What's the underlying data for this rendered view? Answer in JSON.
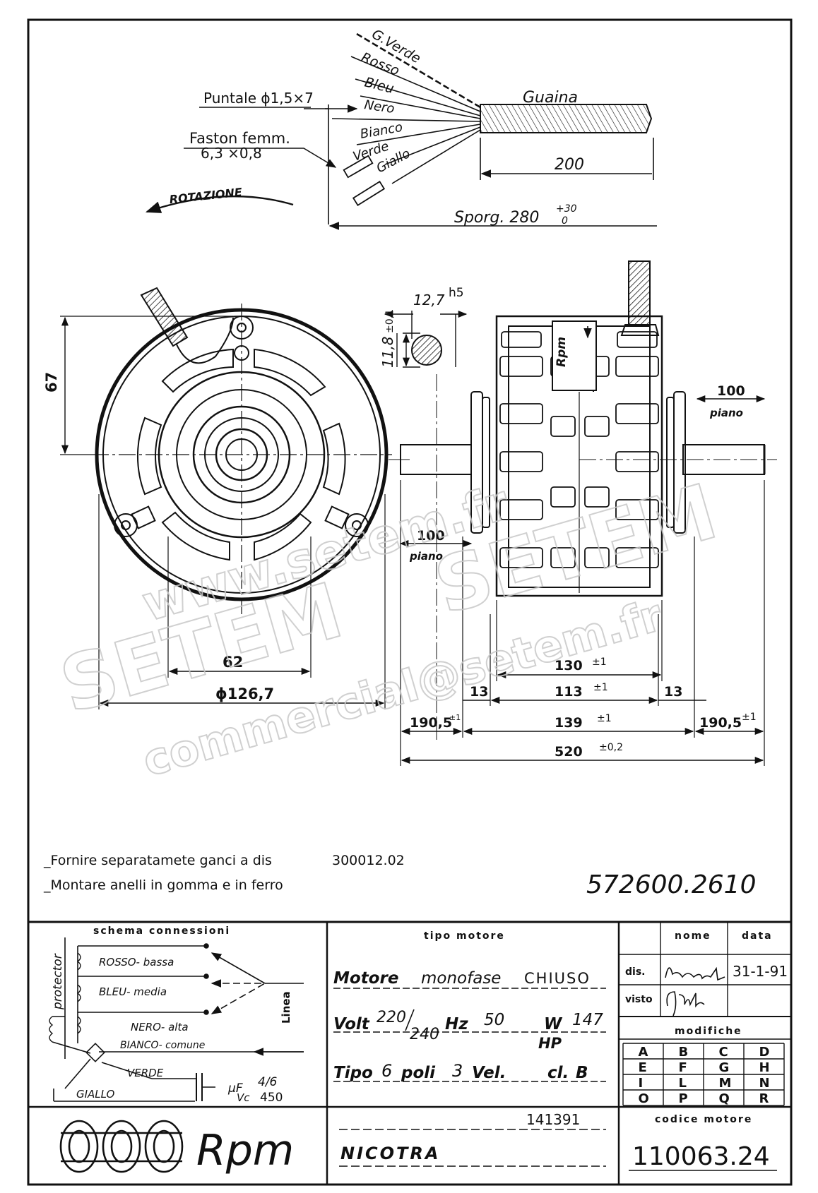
{
  "cable": {
    "wires": [
      "G.Verde",
      "Rosso",
      "Bleu",
      "Nero",
      "Bianco",
      "Verde",
      "Giallo"
    ],
    "sheath": "Guaina",
    "tip": "Puntale ϕ1,5×7",
    "faston_1": "Faston femm.",
    "faston_2": "6,3 ×0,8",
    "rotation": "ROTAZIONE",
    "sheath_len": "200",
    "overhang": "Sporg. 280",
    "overhang_tol_up": "+30",
    "overhang_tol_dn": "0"
  },
  "front_view": {
    "dim_67": "67",
    "dim_62": "62",
    "dim_diam": "ϕ126,7"
  },
  "shaft": {
    "dia": "12,7",
    "dia_tol": "h5",
    "flat": "11,8",
    "flat_tol": "±0,1"
  },
  "side_view": {
    "label": "Rpm",
    "piano_r_val": "100",
    "piano_r_txt": "piano",
    "piano_l_val": "100",
    "piano_l_txt": "piano",
    "d130": "130",
    "d130_tol": "±1",
    "d13a": "13",
    "d113": "113",
    "d113_tol": "±1",
    "d13b": "13",
    "d190a": "190,5",
    "d190a_tol": "±1",
    "d139": "139",
    "d139_tol": "±1",
    "d190b": "190,5",
    "d190b_tol": "±1",
    "d520": "520",
    "d520_tol": "±0,2"
  },
  "notes": {
    "line1": "_Fornire separatamete ganci a dis",
    "line1_ref": "300012.02",
    "line2": "_Montare anelli in gomma e in ferro"
  },
  "drawing_number": "572600.2610",
  "watermark": {
    "url": "www.setem.fr",
    "brand": "SETEM",
    "email": "commercial@setem.fr"
  },
  "schema": {
    "title": "schema connessioni",
    "protector": "protector",
    "rosso": "ROSSO- bassa",
    "bleu": "BLEU- media",
    "nero": "NERO- alta",
    "bianco": "BIANCO- comune",
    "linea": "Linea",
    "verde": "VERDE",
    "giallo": "GIALLO",
    "uf_unit": "μF",
    "uf_val": "4/6",
    "vc_unit": "Vc",
    "vc_val": "450"
  },
  "motor": {
    "header": "tipo motore",
    "l1_b": "Motore",
    "l1_h": "monofase",
    "l1_c": "CHIUSO",
    "volt_lbl": "Volt",
    "volt_a": "220",
    "volt_b": "240",
    "hz_lbl": "Hz",
    "hz": "50",
    "w_lbl": "W",
    "w": "147",
    "hp_lbl": "HP",
    "tipo_lbl": "Tipo",
    "poli_n": "6",
    "poli_lbl": "poli",
    "vel_n": "3",
    "vel_lbl": "Vel.",
    "cl_lbl": "cl.",
    "cl": "B"
  },
  "approval": {
    "nome": "nome",
    "data": "data",
    "dis": "dis.",
    "dis_date": "31-1-91",
    "visto": "visto"
  },
  "modifiche": {
    "title": "modifiche",
    "letters": [
      "A",
      "B",
      "C",
      "D",
      "E",
      "F",
      "G",
      "H",
      "I",
      "L",
      "M",
      "N",
      "O",
      "P",
      "Q",
      "R"
    ]
  },
  "logo": {
    "brand": "Rpm"
  },
  "customer": {
    "ref": "141391",
    "name": "NICOTRA"
  },
  "code": {
    "title": "codice motore",
    "value": "110063.24"
  }
}
